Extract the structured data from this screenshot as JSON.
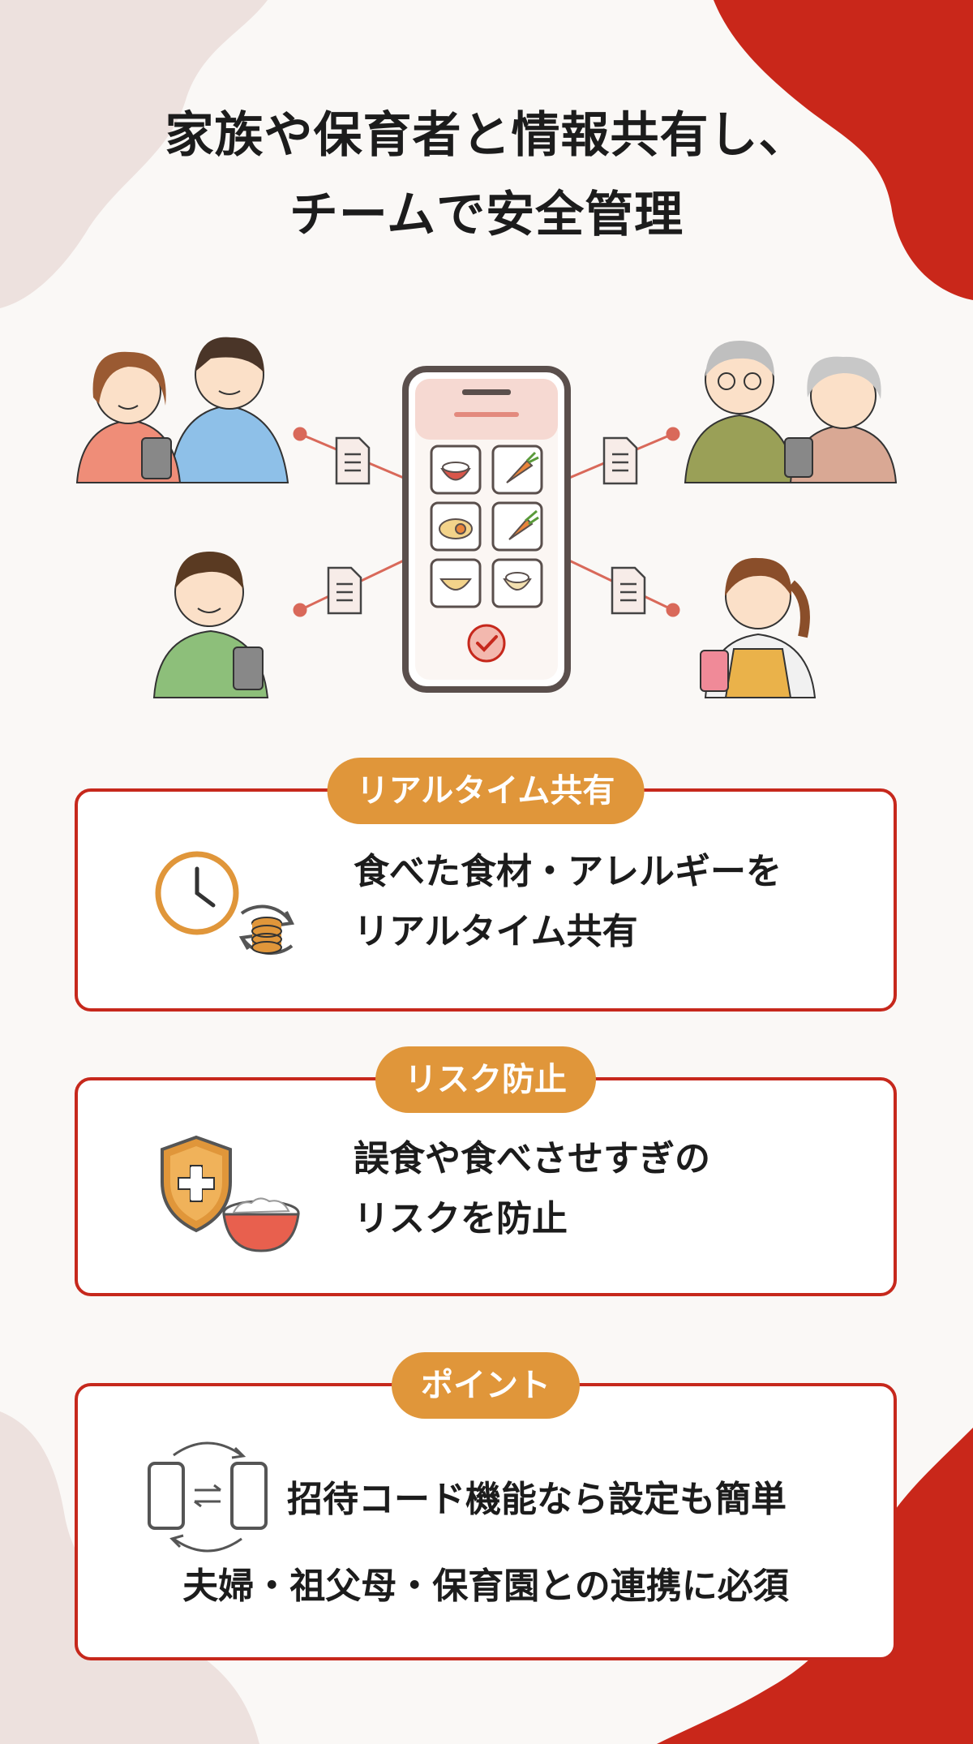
{
  "title": {
    "line1": "家族や保育者と情報共有し、",
    "line2": "チームで安全管理"
  },
  "illustration": {
    "icons": [
      "family-parents",
      "grandparents",
      "father",
      "caregiver",
      "smartphone",
      "food-grid",
      "check-icon",
      "document-icon"
    ]
  },
  "cards": [
    {
      "badge": "リアルタイム共有",
      "line1": "食べた食材・アレルギーを",
      "line2": "リアルタイム共有",
      "icon": "clock-sync-icon"
    },
    {
      "badge": "リスク防止",
      "line1": "誤食や食べさせすぎの",
      "line2": "リスクを防止",
      "icon": "shield-bowl-icon"
    },
    {
      "badge": "ポイント",
      "line1": "招待コード機能なら設定も簡単",
      "line2": "夫婦・祖父母・保育園との連携に必須",
      "icon": "phone-sync-icon"
    }
  ],
  "colors": {
    "accent_red": "#c6281c",
    "badge_orange": "#e0963a",
    "background": "#faf8f6",
    "blob_pink": "#ede1de"
  }
}
